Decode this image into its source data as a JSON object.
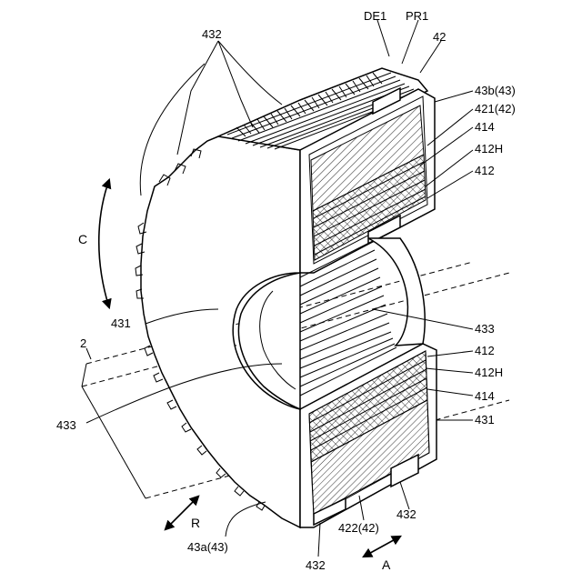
{
  "figure": {
    "labels": {
      "de1": "DE1",
      "pr1": "PR1",
      "l42": "42",
      "l43b": "43b(43)",
      "l421": "421(42)",
      "l414a": "414",
      "l412Ha": "412H",
      "l412a": "412",
      "l433r": "433",
      "l412b": "412",
      "l412Hb": "412H",
      "l414b": "414",
      "l431r": "431",
      "l432r": "432",
      "l422": "422(42)",
      "l432b": "432",
      "lA": "A",
      "l43a": "43a(43)",
      "lR": "R",
      "l433l": "433",
      "l2": "2",
      "l431l": "431",
      "lC": "C",
      "l432t": "432"
    },
    "colors": {
      "line": "#000000",
      "background": "#ffffff"
    }
  }
}
